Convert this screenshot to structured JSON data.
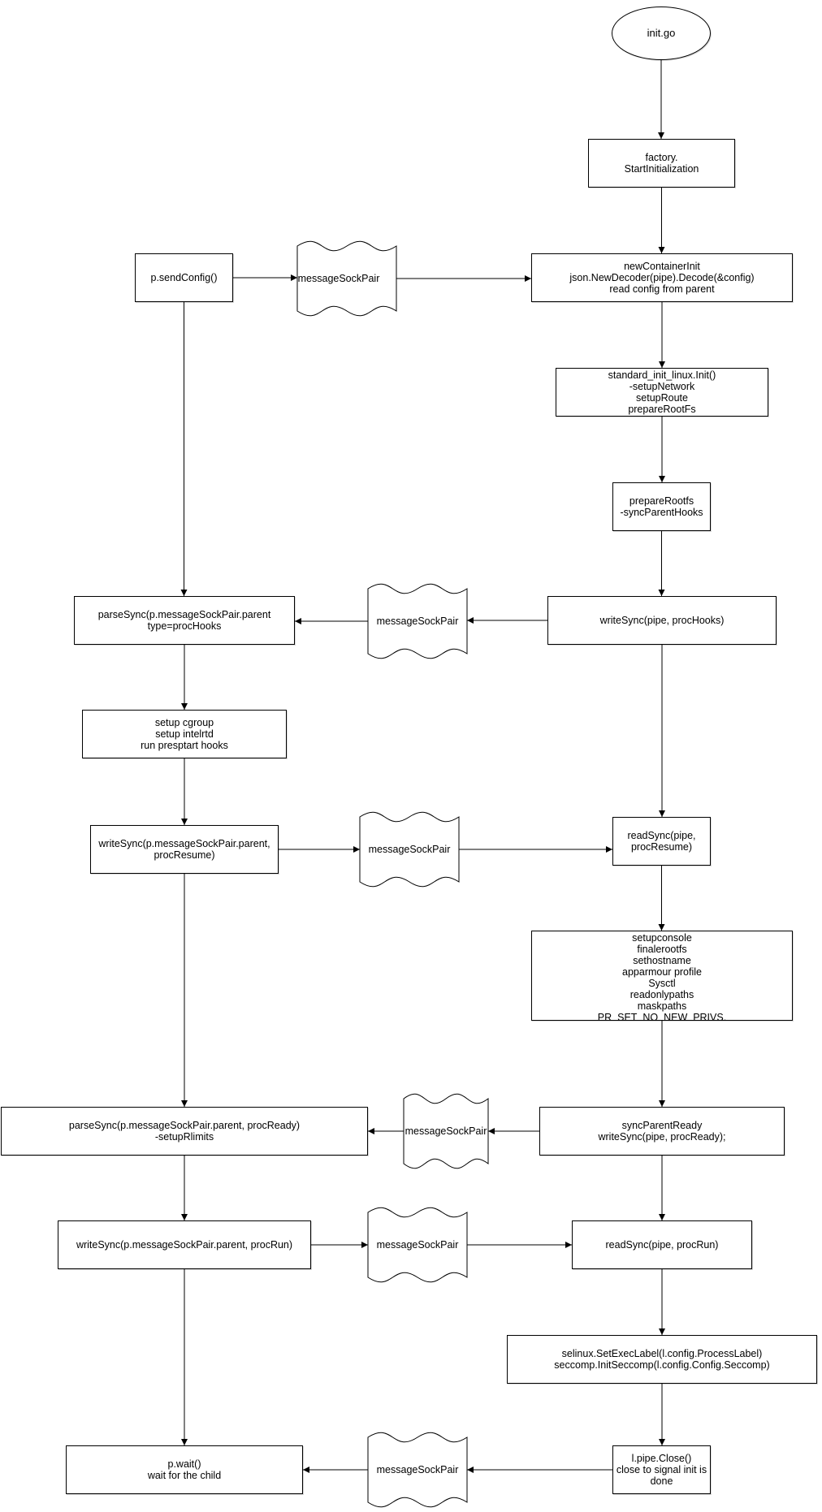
{
  "nodes": {
    "init_go": {
      "lines": [
        "init.go"
      ]
    },
    "factory_start": {
      "lines": [
        "factory.",
        "StartInitialization"
      ]
    },
    "new_container_init": {
      "lines": [
        "newContainerInit",
        "json.NewDecoder(pipe).Decode(&config)",
        "read config from parent"
      ]
    },
    "standard_init": {
      "lines": [
        "standard_init_linux.Init()",
        "-setupNetwork",
        "setupRoute",
        "prepareRootFs"
      ]
    },
    "prepare_rootfs": {
      "lines": [
        "prepareRootfs",
        "-syncParentHooks"
      ]
    },
    "write_sync_prochooks": {
      "lines": [
        "writeSync(pipe, procHooks)"
      ]
    },
    "read_sync_procresume": {
      "lines": [
        "readSync(pipe,",
        "procResume)"
      ]
    },
    "setup_console": {
      "lines": [
        "setupconsole",
        "finalerootfs",
        "sethostname",
        "apparmour profile",
        "Sysctl",
        "readonlypaths",
        "maskpaths",
        "PR_SET_NO_NEW_PRIVS,"
      ]
    },
    "sync_parent_ready": {
      "lines": [
        "syncParentReady",
        "writeSync(pipe, procReady);"
      ]
    },
    "read_sync_procrun": {
      "lines": [
        "readSync(pipe, procRun)"
      ]
    },
    "selinux": {
      "lines": [
        "selinux.SetExecLabel(l.config.ProcessLabel)",
        "seccomp.InitSeccomp(l.config.Config.Seccomp)"
      ]
    },
    "pipe_close": {
      "lines": [
        "l.pipe.Close()",
        "close to signal init is",
        "done"
      ]
    },
    "send_config": {
      "lines": [
        "p.sendConfig()"
      ]
    },
    "parse_sync_prochooks": {
      "lines": [
        "parseSync(p.messageSockPair.parent",
        "type=procHooks"
      ]
    },
    "setup_cgroup": {
      "lines": [
        "setup cgroup",
        "setup intelrtd",
        "run presptart hooks"
      ]
    },
    "write_sync_parent_procresume": {
      "lines": [
        "writeSync(p.messageSockPair.parent,",
        "procResume)"
      ]
    },
    "parse_sync_procready": {
      "lines": [
        "parseSync(p.messageSockPair.parent, procReady)",
        "-setupRlimits"
      ]
    },
    "write_sync_parent_procrun": {
      "lines": [
        "writeSync(p.messageSockPair.parent, procRun)"
      ]
    },
    "p_wait": {
      "lines": [
        "p.wait()",
        "wait for the child"
      ]
    }
  },
  "tapes": [
    {
      "id": "tape1",
      "label": "messageSockPair"
    },
    {
      "id": "tape2",
      "label": "messageSockPair"
    },
    {
      "id": "tape3",
      "label": "messageSockPair"
    },
    {
      "id": "tape4",
      "label": "messageSockPair"
    },
    {
      "id": "tape5",
      "label": "messageSockPair"
    },
    {
      "id": "tape6",
      "label": "messageSockPair"
    }
  ],
  "edges": [
    [
      "init_go",
      "factory_start"
    ],
    [
      "factory_start",
      "new_container_init"
    ],
    [
      "send_config",
      "tape1"
    ],
    [
      "tape1",
      "new_container_init"
    ],
    [
      "new_container_init",
      "standard_init"
    ],
    [
      "standard_init",
      "prepare_rootfs"
    ],
    [
      "prepare_rootfs",
      "write_sync_prochooks"
    ],
    [
      "send_config",
      "parse_sync_prochooks"
    ],
    [
      "write_sync_prochooks",
      "tape2"
    ],
    [
      "tape2",
      "parse_sync_prochooks"
    ],
    [
      "parse_sync_prochooks",
      "setup_cgroup"
    ],
    [
      "setup_cgroup",
      "write_sync_parent_procresume"
    ],
    [
      "write_sync_prochooks",
      "read_sync_procresume"
    ],
    [
      "write_sync_parent_procresume",
      "tape3"
    ],
    [
      "tape3",
      "read_sync_procresume"
    ],
    [
      "read_sync_procresume",
      "setup_console"
    ],
    [
      "setup_console",
      "sync_parent_ready"
    ],
    [
      "write_sync_parent_procresume",
      "parse_sync_procready"
    ],
    [
      "sync_parent_ready",
      "tape4"
    ],
    [
      "tape4",
      "parse_sync_procready"
    ],
    [
      "parse_sync_procready",
      "write_sync_parent_procrun"
    ],
    [
      "sync_parent_ready",
      "read_sync_procrun"
    ],
    [
      "write_sync_parent_procrun",
      "tape5"
    ],
    [
      "tape5",
      "read_sync_procrun"
    ],
    [
      "read_sync_procrun",
      "selinux"
    ],
    [
      "selinux",
      "pipe_close"
    ],
    [
      "write_sync_parent_procrun",
      "p_wait"
    ],
    [
      "pipe_close",
      "tape6"
    ],
    [
      "tape6",
      "p_wait"
    ]
  ]
}
